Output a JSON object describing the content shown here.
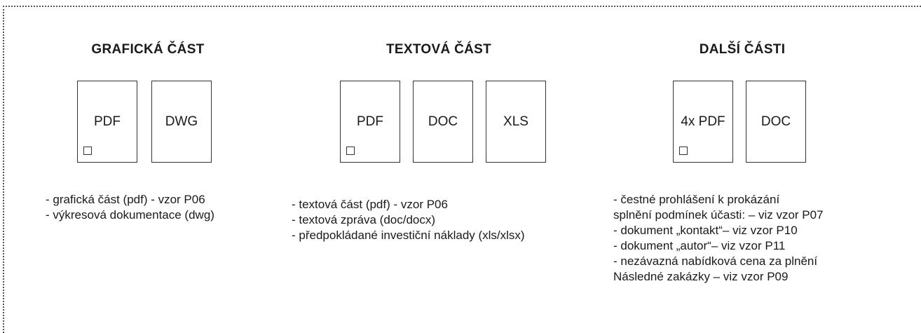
{
  "sections": [
    {
      "title": "GRAFICKÁ ČÁST",
      "documents": [
        {
          "label": "PDF",
          "has_checkbox": true
        },
        {
          "label": "DWG",
          "has_checkbox": false
        }
      ],
      "items": [
        "- grafická část (pdf) - vzor P06",
        "- výkresová dokumentace (dwg)"
      ]
    },
    {
      "title": "TEXTOVÁ ČÁST",
      "documents": [
        {
          "label": "PDF",
          "has_checkbox": true
        },
        {
          "label": "DOC",
          "has_checkbox": false
        },
        {
          "label": "XLS",
          "has_checkbox": false
        }
      ],
      "items": [
        "- textová část (pdf) - vzor P06",
        "- textová zpráva (doc/docx)",
        "- předpokládané investiční náklady (xls/xlsx)"
      ]
    },
    {
      "title": "DALŠÍ ČÁSTI",
      "documents": [
        {
          "label": "4x PDF",
          "has_checkbox": true
        },
        {
          "label": "DOC",
          "has_checkbox": false
        }
      ],
      "items": [
        "- čestné prohlášení k prokázání",
        "splnění podmínek účasti: – viz vzor P07",
        "- dokument „kontakt“– viz vzor P10",
        "- dokument „autor“– viz vzor P11",
        "- nezávazná nabídková cena za plnění",
        "Následné zakázky – viz vzor P09"
      ]
    }
  ]
}
